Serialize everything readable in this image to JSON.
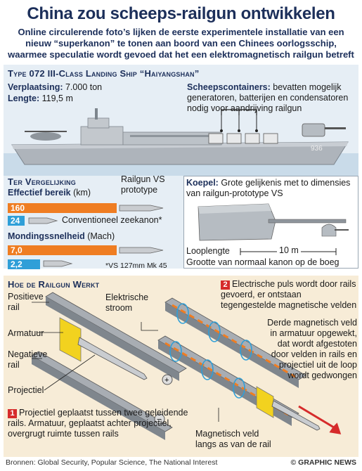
{
  "header": {
    "title": "China zou scheeps-railgun ontwikkelen",
    "subtitle": "Online circulerende foto’s lijken de eerste experimentele installatie van een nieuw “superkanon” te tonen aan boord van een Chinees oorlogsschip, waarmee speculatie wordt gevoed dat het een elektromagnetisch railgun betreft"
  },
  "ship": {
    "heading": "Type 072 III-Class Landing Ship “Haiyangshan”",
    "displacement_label": "Verplaatsing:",
    "displacement_value": "7.000 ton",
    "length_label": "Lengte:",
    "length_value": "119,5 m",
    "containers_label": "Scheepscontainers:",
    "containers_text": "bevatten mogelijk generatoren, batterijen en condensatoren nodig voor aandrijving railgun",
    "hull_number": "936"
  },
  "comparison": {
    "heading": "Ter Vergelijking",
    "range_label": "Effectief bereik",
    "range_unit": "(km)",
    "railgun_label": "Railgun VS prototype",
    "railgun_range": "160",
    "conventional_range": "24",
    "conventional_label": "Conventioneel zeekanon*",
    "velocity_label": "Mondingssnelheid",
    "velocity_unit": "(Mach)",
    "railgun_velocity": "7,0",
    "conventional_velocity": "2,2",
    "footnote": "*VS 127mm Mk 45",
    "colors": {
      "railgun": "#ef7d22",
      "conventional": "#2f9fd8"
    }
  },
  "turret": {
    "label": "Koepel:",
    "text": "Grote gelijkenis met to dimensies van railgun-prototype VS",
    "barrel_length_label": "Looplengte",
    "scale_label": "10 m",
    "normal_gun_label": "Grootte van normaal kanon op de boeg"
  },
  "how": {
    "heading": "Hoe de Railgun Werkt",
    "positive_rail": "Positieve rail",
    "armature": "Armatuur",
    "negative_rail": "Negatieve rail",
    "projectile": "Projectiel",
    "electric_current": "Elektrische stroom",
    "step1_num": "1",
    "step1_text": "Projectiel geplaatst tussen twee geleidende rails. Armatuur, geplaatst achter projectiel, overgrugt ruimte tussen rails",
    "step2_num": "2",
    "step2_text": "Electrische puls wordt door rails gevoerd, er ontstaan tegengestelde magnetische velden",
    "step3_text": "Derde magnetisch veld in armatuur opgewekt, dat wordt afgestoten door velden in rails en projectiel uit de loop wordt gedwongen",
    "magnetic_field": "Magnetisch veld langs as van de rail",
    "plus_sign": "+",
    "minus_sign": "−"
  },
  "footer": {
    "sources": "Bronnen: Global Security, Popular Science, The National Interest",
    "credit": "© GRAPHIC NEWS"
  }
}
